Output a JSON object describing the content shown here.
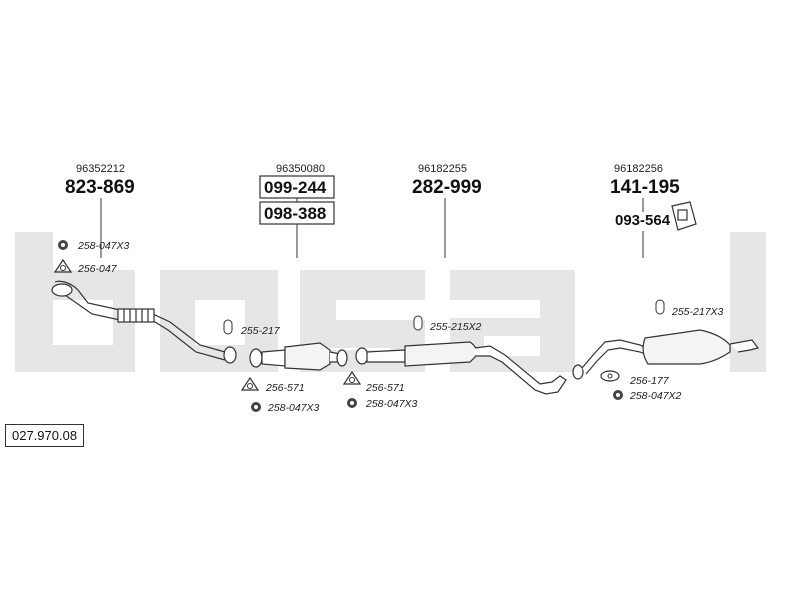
{
  "diagram": {
    "reference": "027.970.08",
    "watermark": "bosal",
    "groups": [
      {
        "oem": "96352212",
        "part_numbers": [
          "823-869"
        ],
        "hardware": [
          "258-047X3",
          "256-047"
        ]
      },
      {
        "oem": "96350080",
        "part_numbers": [
          "099-244",
          "098-388"
        ],
        "hardware": [
          "255-217",
          "256-571",
          "258-047X3"
        ]
      },
      {
        "oem": "96182255",
        "part_numbers": [
          "282-999"
        ],
        "hardware": [
          "255-215X2",
          "256-571",
          "258-047X3"
        ]
      },
      {
        "oem": "96182256",
        "part_numbers": [
          "141-195",
          "093-564"
        ],
        "hardware": [
          "255-217X3",
          "256-177",
          "258-047X2"
        ]
      }
    ]
  }
}
